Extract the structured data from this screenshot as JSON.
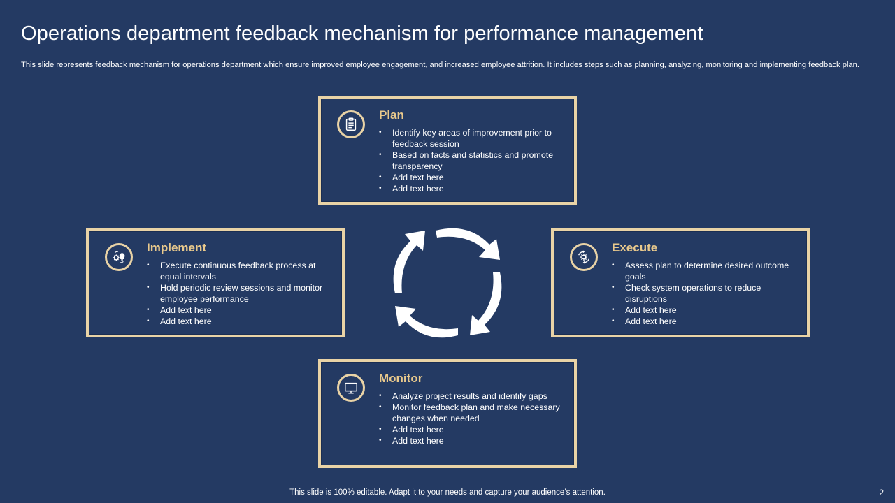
{
  "title": "Operations department feedback mechanism for performance management",
  "subtitle": "This slide represents feedback mechanism for operations department which ensure improved employee engagement, and increased employee attrition. It includes steps such as planning, analyzing, monitoring and implementing feedback plan.",
  "colors": {
    "background": "#243A63",
    "accent": "#E9D3A6",
    "heading": "#E9C98C",
    "text": "#FFFFFF"
  },
  "cards": {
    "plan": {
      "icon": "clipboard-icon",
      "heading": "Plan",
      "items": [
        "Identify key areas of improvement  prior to feedback session",
        "Based on facts and statistics and promote transparency",
        "Add text here",
        "Add text here"
      ]
    },
    "implement": {
      "icon": "gear-bulb-icon",
      "heading": "Implement",
      "items": [
        "Execute continuous feedback process at equal intervals",
        "Hold periodic review  sessions and monitor employee performance",
        "Add text here",
        "Add text here"
      ]
    },
    "execute": {
      "icon": "gear-cycle-icon",
      "heading": "Execute",
      "items": [
        "Assess plan to determine desired outcome goals",
        "Check system operations  to reduce disruptions",
        "Add text here",
        "Add text here"
      ]
    },
    "monitor": {
      "icon": "monitor-icon",
      "heading": "Monitor",
      "items": [
        "Analyze project results  and identify gaps",
        "Monitor feedback plan and make necessary changes when needed",
        "Add text here",
        "Add text here"
      ]
    }
  },
  "cycle_icon": "circular-arrows-icon",
  "footer": "This slide is 100% editable. Adapt it to your needs and capture your audience’s attention.",
  "page_number": "2"
}
